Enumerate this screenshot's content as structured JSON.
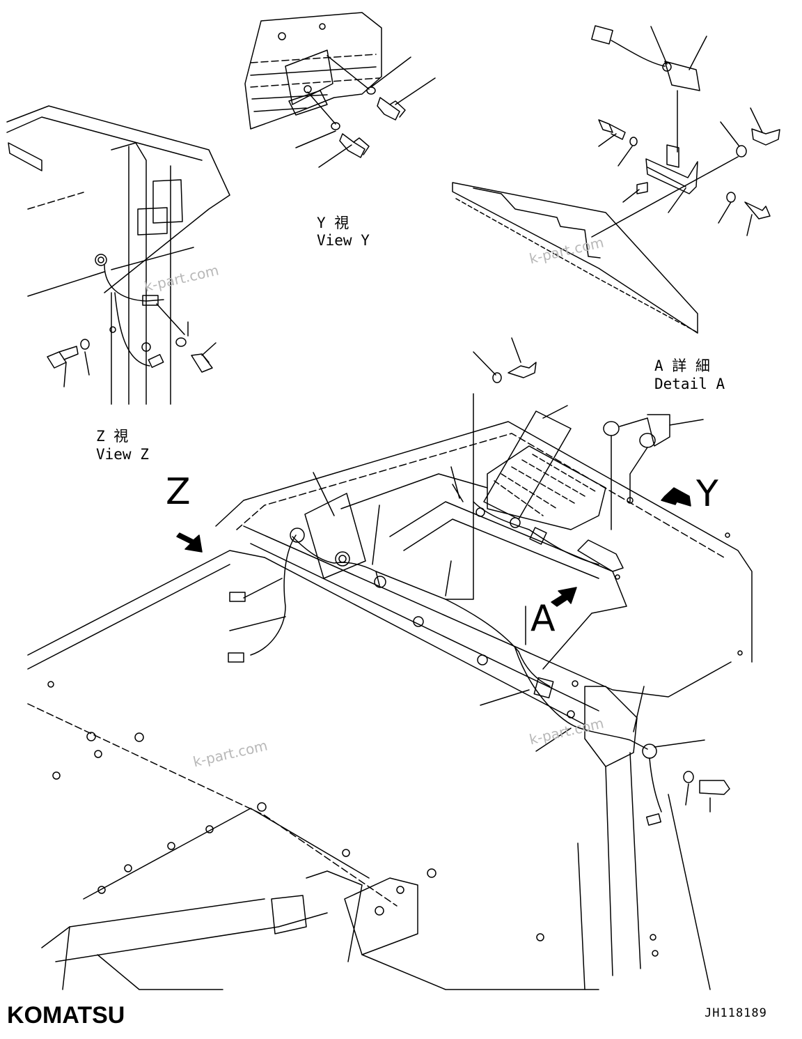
{
  "views": {
    "view_y": {
      "jp": "Y 視",
      "en": "View Y"
    },
    "view_z": {
      "jp": "Z 視",
      "en": "View Z"
    },
    "detail_a": {
      "jp": "A 詳 細",
      "en": "Detail A"
    }
  },
  "direction_markers": {
    "z": "Z",
    "y": "Y",
    "a": "A"
  },
  "watermarks": [
    "k-part.com",
    "k-part.com",
    "k-part.com",
    "k-part.com"
  ],
  "brand": {
    "logo": "KOMATSU"
  },
  "drawing_number": "JH118189",
  "colors": {
    "line": "#000000",
    "watermark": "#b8b8b8",
    "background": "#ffffff"
  }
}
